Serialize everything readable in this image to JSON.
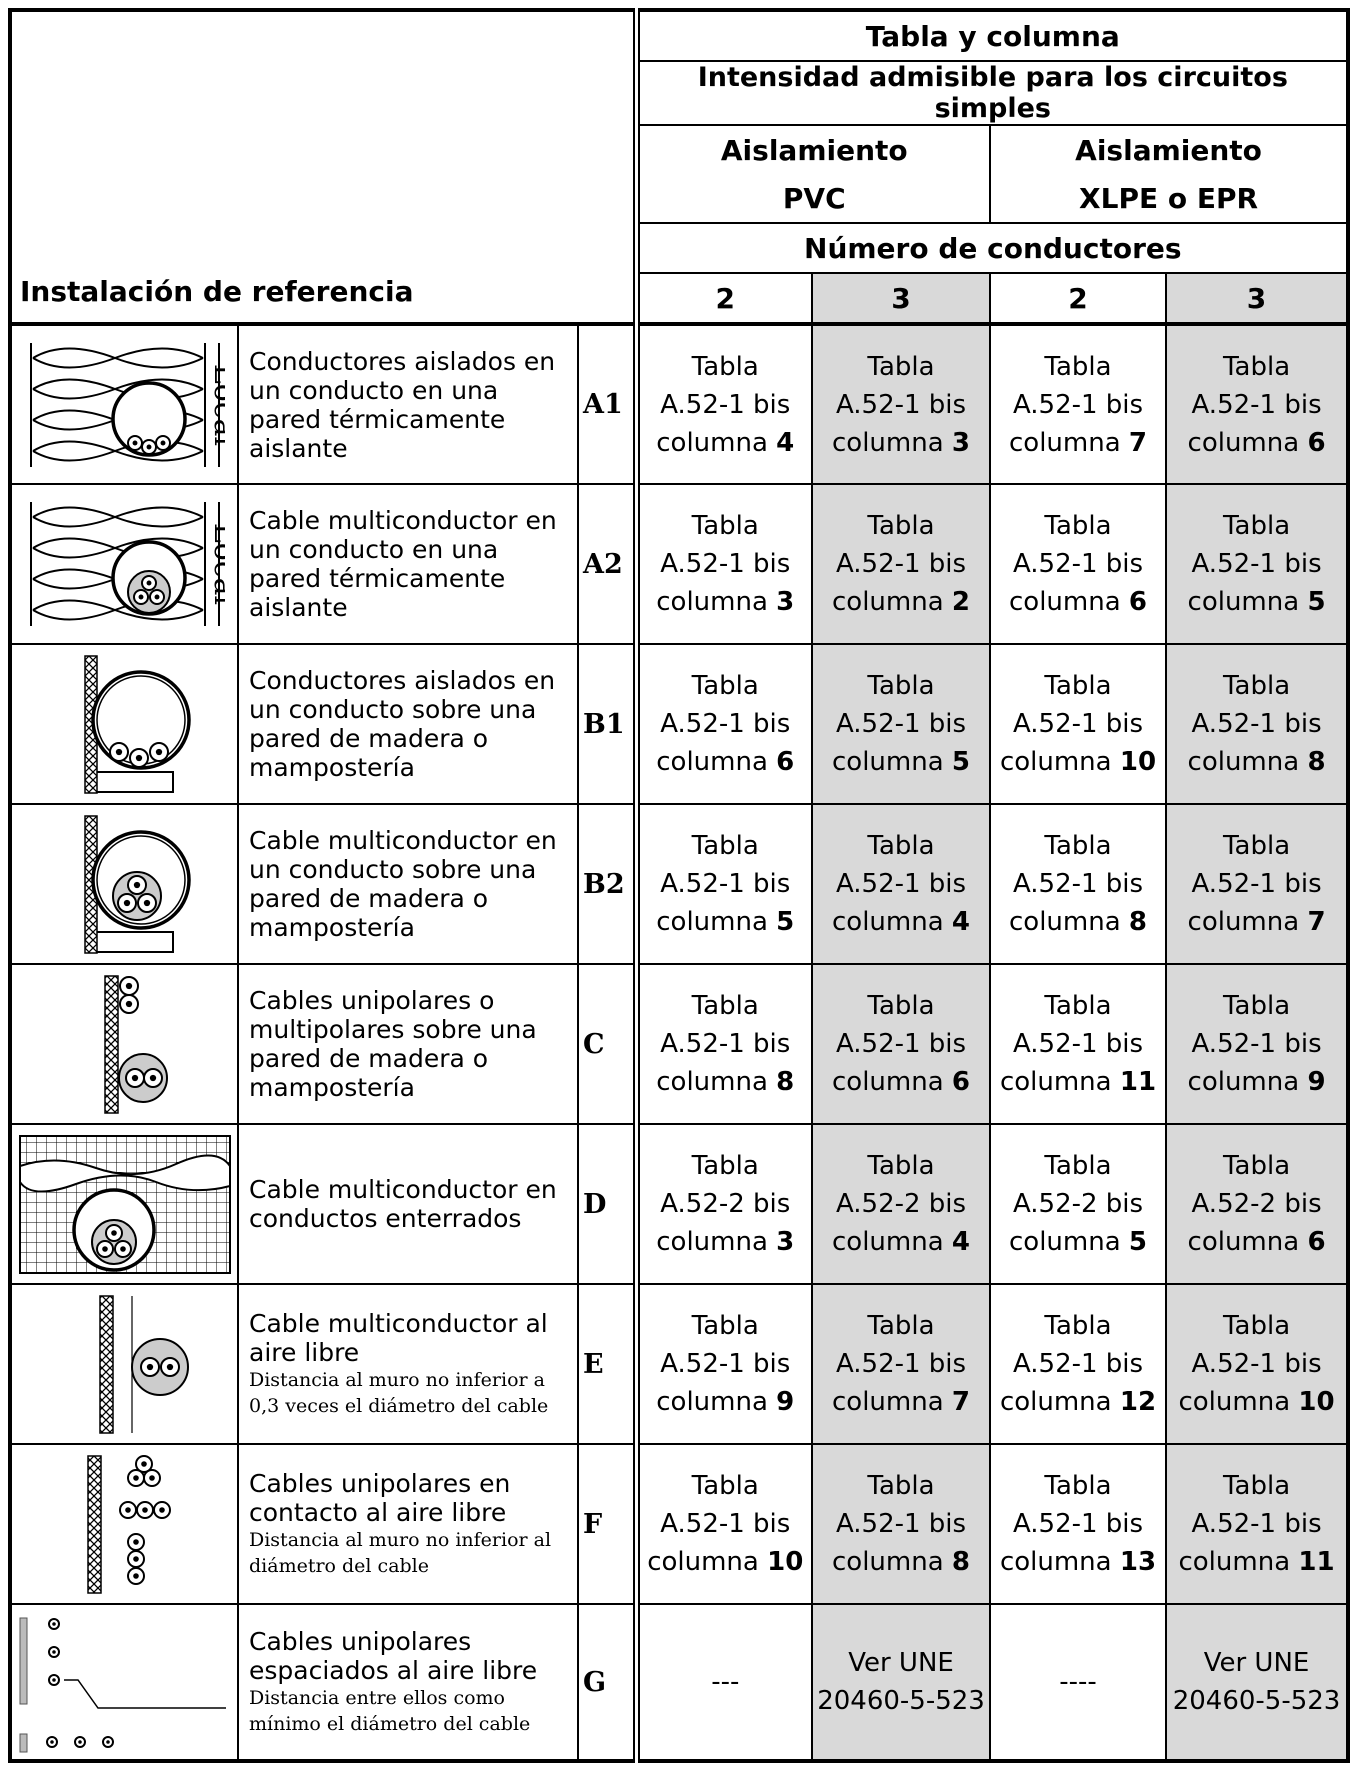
{
  "header": {
    "top": "Tabla y columna",
    "intensity": "Intensidad admisible para los circuitos simples",
    "insulation_pvc": [
      "Aislamiento",
      "PVC"
    ],
    "insulation_xlpe": [
      "Aislamiento",
      "XLPE o EPR"
    ],
    "conductors": "Número de conductores",
    "reference": "Instalación de referencia",
    "counts": [
      "2",
      "3",
      "2",
      "3"
    ]
  },
  "diagram_labels": {
    "local": "Local"
  },
  "rows": [
    {
      "code": "A1",
      "icon": "insulated-conductors-in-conduit-in-insulated-wall-icon",
      "desc": "Conductores aislados en un conducto en una pared térmicamente aislante",
      "note": "",
      "cells": [
        {
          "line1": "Tabla",
          "line2": "A.52-1 bis",
          "prefix": "columna",
          "num": "4"
        },
        {
          "line1": "Tabla",
          "line2": "A.52-1 bis",
          "prefix": "columna",
          "num": "3"
        },
        {
          "line1": "Tabla",
          "line2": "A.52-1 bis",
          "prefix": "columna",
          "num": "7"
        },
        {
          "line1": "Tabla",
          "line2": "A.52-1 bis",
          "prefix": "columna",
          "num": "6"
        }
      ]
    },
    {
      "code": "A2",
      "icon": "multicore-cable-in-conduit-in-insulated-wall-icon",
      "desc": "Cable multiconductor en un conducto en una pared térmicamente aislante",
      "note": "",
      "cells": [
        {
          "line1": "Tabla",
          "line2": "A.52-1 bis",
          "prefix": "columna",
          "num": "3"
        },
        {
          "line1": "Tabla",
          "line2": "A.52-1 bis",
          "prefix": "columna",
          "num": "2"
        },
        {
          "line1": "Tabla",
          "line2": "A.52-1 bis",
          "prefix": "columna",
          "num": "6"
        },
        {
          "line1": "Tabla",
          "line2": "A.52-1 bis",
          "prefix": "columna",
          "num": "5"
        }
      ]
    },
    {
      "code": "B1",
      "icon": "insulated-conductors-in-conduit-on-wall-icon",
      "desc": "Conductores aislados en un conducto sobre una pared de madera o mampostería",
      "note": "",
      "cells": [
        {
          "line1": "Tabla",
          "line2": "A.52-1 bis",
          "prefix": "columna",
          "num": "6"
        },
        {
          "line1": "Tabla",
          "line2": "A.52-1 bis",
          "prefix": "columna",
          "num": "5"
        },
        {
          "line1": "Tabla",
          "line2": "A.52-1 bis",
          "prefix": "columna",
          "num": "10"
        },
        {
          "line1": "Tabla",
          "line2": "A.52-1 bis",
          "prefix": "columna",
          "num": "8"
        }
      ]
    },
    {
      "code": "B2",
      "icon": "multicore-cable-in-conduit-on-wall-icon",
      "desc": "Cable multiconductor en un conducto sobre una pared de madera o mampostería",
      "note": "",
      "cells": [
        {
          "line1": "Tabla",
          "line2": "A.52-1 bis",
          "prefix": "columna",
          "num": "5"
        },
        {
          "line1": "Tabla",
          "line2": "A.52-1 bis",
          "prefix": "columna",
          "num": "4"
        },
        {
          "line1": "Tabla",
          "line2": "A.52-1 bis",
          "prefix": "columna",
          "num": "8"
        },
        {
          "line1": "Tabla",
          "line2": "A.52-1 bis",
          "prefix": "columna",
          "num": "7"
        }
      ]
    },
    {
      "code": "C",
      "icon": "cables-on-wall-icon",
      "desc": "Cables unipolares o multipolares sobre una pared de madera o mampostería",
      "note": "",
      "cells": [
        {
          "line1": "Tabla",
          "line2": "A.52-1 bis",
          "prefix": "columna",
          "num": "8"
        },
        {
          "line1": "Tabla",
          "line2": "A.52-1 bis",
          "prefix": "columna",
          "num": "6"
        },
        {
          "line1": "Tabla",
          "line2": "A.52-1 bis",
          "prefix": "columna",
          "num": "11"
        },
        {
          "line1": "Tabla",
          "line2": "A.52-1 bis",
          "prefix": "columna",
          "num": "9"
        }
      ]
    },
    {
      "code": "D",
      "icon": "buried-conduit-cable-icon",
      "desc": "Cable multiconductor en conductos enterrados",
      "note": "",
      "cells": [
        {
          "line1": "Tabla",
          "line2": "A.52-2 bis",
          "prefix": "columna",
          "num": "3"
        },
        {
          "line1": "Tabla",
          "line2": "A.52-2 bis",
          "prefix": "columna",
          "num": "4"
        },
        {
          "line1": "Tabla",
          "line2": "A.52-2 bis",
          "prefix": "columna",
          "num": "5"
        },
        {
          "line1": "Tabla",
          "line2": "A.52-2 bis",
          "prefix": "columna",
          "num": "6"
        }
      ]
    },
    {
      "code": "E",
      "icon": "multicore-cable-free-air-icon",
      "desc": "Cable multiconductor al aire libre",
      "note": "Distancia al muro no inferior a 0,3 veces el diámetro del cable",
      "cells": [
        {
          "line1": "Tabla",
          "line2": "A.52-1 bis",
          "prefix": "columna",
          "num": "9"
        },
        {
          "line1": "Tabla",
          "line2": "A.52-1 bis",
          "prefix": "columna",
          "num": "7"
        },
        {
          "line1": "Tabla",
          "line2": "A.52-1 bis",
          "prefix": "columna",
          "num": "12"
        },
        {
          "line1": "Tabla",
          "line2": "A.52-1 bis",
          "prefix": "columna",
          "num": "10"
        }
      ]
    },
    {
      "code": "F",
      "icon": "single-core-cables-touching-free-air-icon",
      "desc": "Cables unipolares en contacto al aire libre",
      "note": "Distancia al muro no inferior al diámetro del cable",
      "cells": [
        {
          "line1": "Tabla",
          "line2": "A.52-1 bis",
          "prefix": "columna",
          "num": "10"
        },
        {
          "line1": "Tabla",
          "line2": "A.52-1 bis",
          "prefix": "columna",
          "num": "8"
        },
        {
          "line1": "Tabla",
          "line2": "A.52-1 bis",
          "prefix": "columna",
          "num": "13"
        },
        {
          "line1": "Tabla",
          "line2": "A.52-1 bis",
          "prefix": "columna",
          "num": "11"
        }
      ]
    },
    {
      "code": "G",
      "icon": "single-core-cables-spaced-free-air-icon",
      "desc": "Cables unipolares espaciados al aire libre",
      "note": "Distancia entre ellos como mínimo el diámetro del cable",
      "cells": [
        {
          "line1": "---",
          "line2": "",
          "prefix": "",
          "num": ""
        },
        {
          "line1": "Ver UNE",
          "line2": "20460-5-523",
          "prefix": "",
          "num": ""
        },
        {
          "line1": "----",
          "line2": "",
          "prefix": "",
          "num": ""
        },
        {
          "line1": "Ver UNE",
          "line2": "20460-5-523",
          "prefix": "",
          "num": ""
        }
      ]
    }
  ]
}
